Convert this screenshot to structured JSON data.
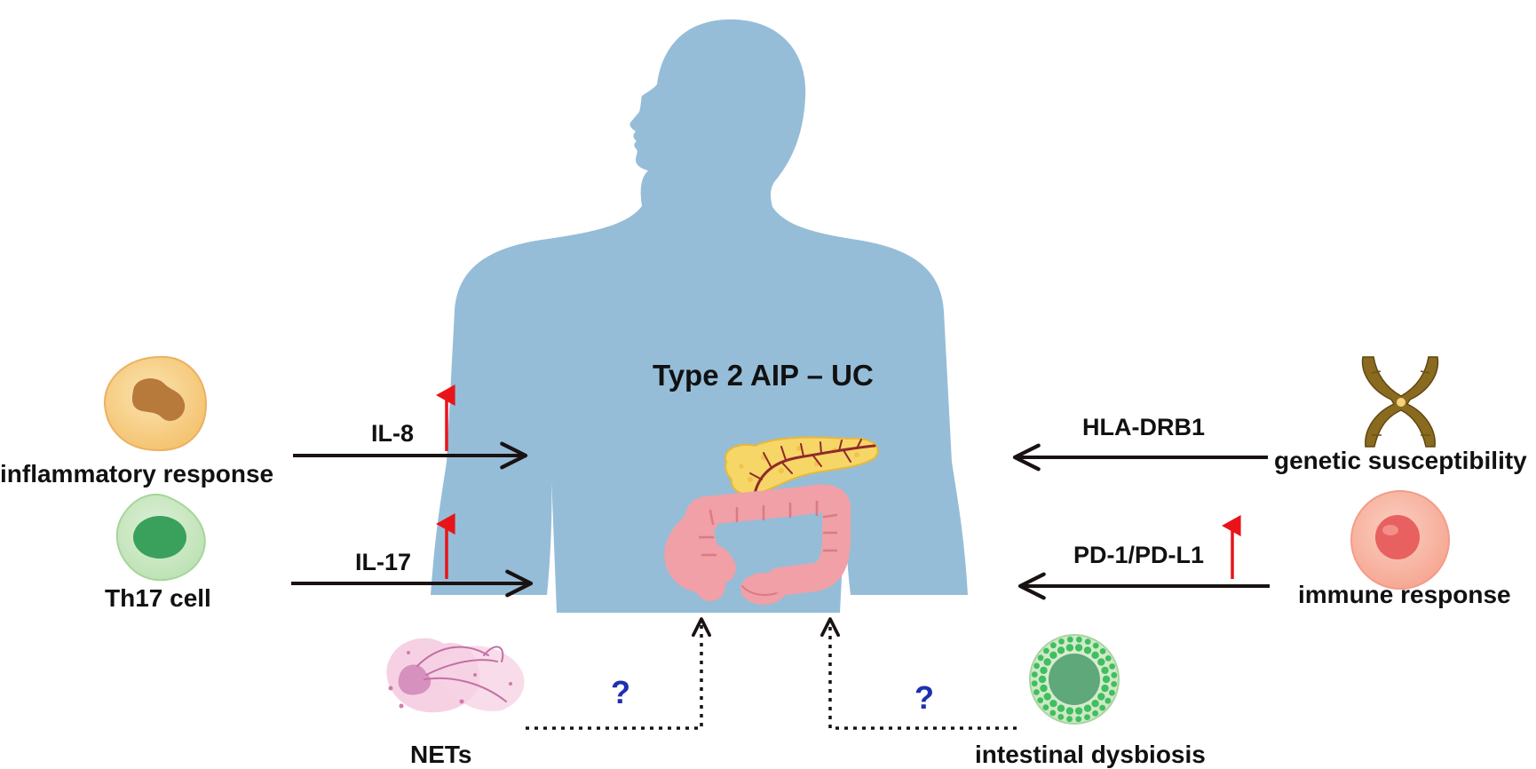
{
  "diagram": {
    "title": "Type 2 AIP – UC",
    "colors": {
      "body": "#95BDD8",
      "arrow": "#1a1212",
      "up_arrow": "#e8141a",
      "question": "#1f2fb0"
    },
    "nodes": [
      {
        "id": "inflammatory",
        "label": "inflammatory response",
        "icon": "neutrophil-cell-icon"
      },
      {
        "id": "th17",
        "label": "Th17 cell",
        "icon": "th17-cell-icon"
      },
      {
        "id": "genetic",
        "label": "genetic susceptibility",
        "icon": "chromosome-icon"
      },
      {
        "id": "immune",
        "label": "immune response",
        "icon": "immune-cell-icon"
      },
      {
        "id": "nets",
        "label": "NETs",
        "icon": "nets-cell-icon"
      },
      {
        "id": "dysbiosis",
        "label": "intestinal dysbiosis",
        "icon": "microbiota-icon"
      }
    ],
    "edges": [
      {
        "from": "inflammatory",
        "label": "IL-8",
        "style": "solid",
        "increase": true
      },
      {
        "from": "th17",
        "label": "IL-17",
        "style": "solid",
        "increase": true
      },
      {
        "from": "genetic",
        "label": "HLA-DRB1",
        "style": "solid",
        "increase": false
      },
      {
        "from": "immune",
        "label": "PD-1/PD-L1",
        "style": "solid",
        "increase": true
      },
      {
        "from": "nets",
        "label": "?",
        "style": "dotted",
        "increase": false
      },
      {
        "from": "dysbiosis",
        "label": "?",
        "style": "dotted",
        "increase": false
      }
    ]
  }
}
